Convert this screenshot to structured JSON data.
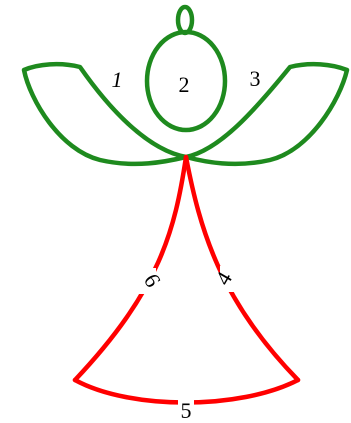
{
  "diagram": {
    "colors": {
      "green": "#1e8a1e",
      "red": "#ff0000",
      "text": "#000000"
    },
    "labels": {
      "l1": "1",
      "l2": "2",
      "l3": "3",
      "l4": "4",
      "l5": "5",
      "l6": "6"
    }
  }
}
